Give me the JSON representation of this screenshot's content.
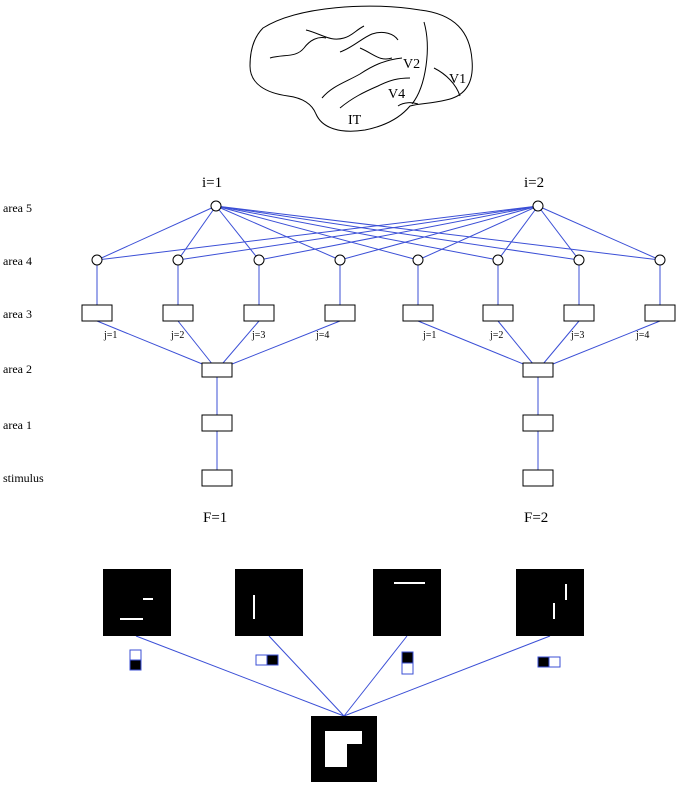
{
  "brain": {
    "labels": [
      "V2",
      "V1",
      "V4",
      "IT"
    ]
  },
  "network": {
    "top_labels": [
      "i=1",
      "i=2"
    ],
    "row_labels": [
      "area 5",
      "area 4",
      "area 3",
      "area 2",
      "area 1",
      "stimulus"
    ],
    "area3_labels": [
      "j=1",
      "j=2",
      "j=3",
      "j=4",
      "j=1",
      "j=2",
      "j=3",
      "j=4"
    ],
    "bottom_labels": [
      "F=1",
      "F=2"
    ]
  },
  "colors": {
    "connection": "#3b4fd6",
    "outline": "#000000",
    "panel_fill": "#000000",
    "panel_stroke": "#ffffff"
  }
}
